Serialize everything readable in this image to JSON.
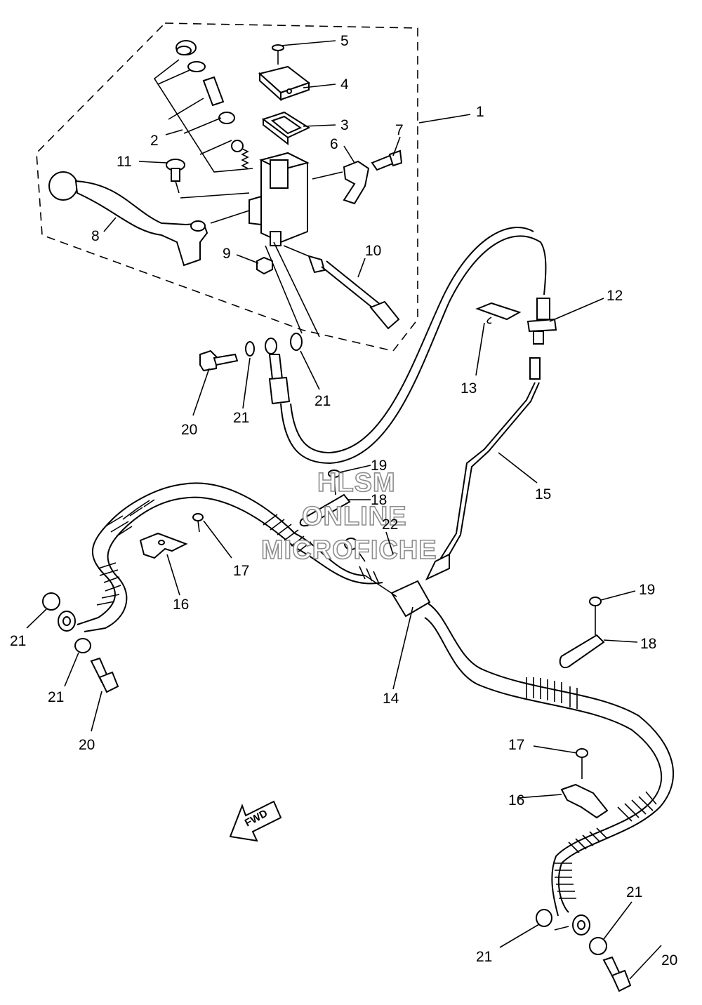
{
  "callouts": [
    {
      "id": "c1",
      "text": "1"
    },
    {
      "id": "c2",
      "text": "2"
    },
    {
      "id": "c3",
      "text": "3"
    },
    {
      "id": "c4",
      "text": "4"
    },
    {
      "id": "c5",
      "text": "5"
    },
    {
      "id": "c6",
      "text": "6"
    },
    {
      "id": "c7",
      "text": "7"
    },
    {
      "id": "c8",
      "text": "8"
    },
    {
      "id": "c9",
      "text": "9"
    },
    {
      "id": "c10",
      "text": "10"
    },
    {
      "id": "c11",
      "text": "11"
    },
    {
      "id": "c12",
      "text": "12"
    },
    {
      "id": "c13",
      "text": "13"
    },
    {
      "id": "c14",
      "text": "14"
    },
    {
      "id": "c15",
      "text": "15"
    },
    {
      "id": "c16a",
      "text": "16"
    },
    {
      "id": "c16b",
      "text": "16"
    },
    {
      "id": "c17a",
      "text": "17"
    },
    {
      "id": "c17b",
      "text": "17"
    },
    {
      "id": "c18a",
      "text": "18"
    },
    {
      "id": "c18b",
      "text": "18"
    },
    {
      "id": "c19a",
      "text": "19"
    },
    {
      "id": "c19b",
      "text": "19"
    },
    {
      "id": "c20a",
      "text": "20"
    },
    {
      "id": "c20b",
      "text": "20"
    },
    {
      "id": "c20c",
      "text": "20"
    },
    {
      "id": "c21a",
      "text": "21"
    },
    {
      "id": "c21b",
      "text": "21"
    },
    {
      "id": "c21c",
      "text": "21"
    },
    {
      "id": "c21d",
      "text": "21"
    },
    {
      "id": "c21e",
      "text": "21"
    },
    {
      "id": "c21f",
      "text": "21"
    },
    {
      "id": "c22",
      "text": "22"
    }
  ],
  "watermark": {
    "line1": "HLSM",
    "line2": "ONLINE",
    "line3": "MICROFICHE"
  },
  "fwd_label": "FWD"
}
